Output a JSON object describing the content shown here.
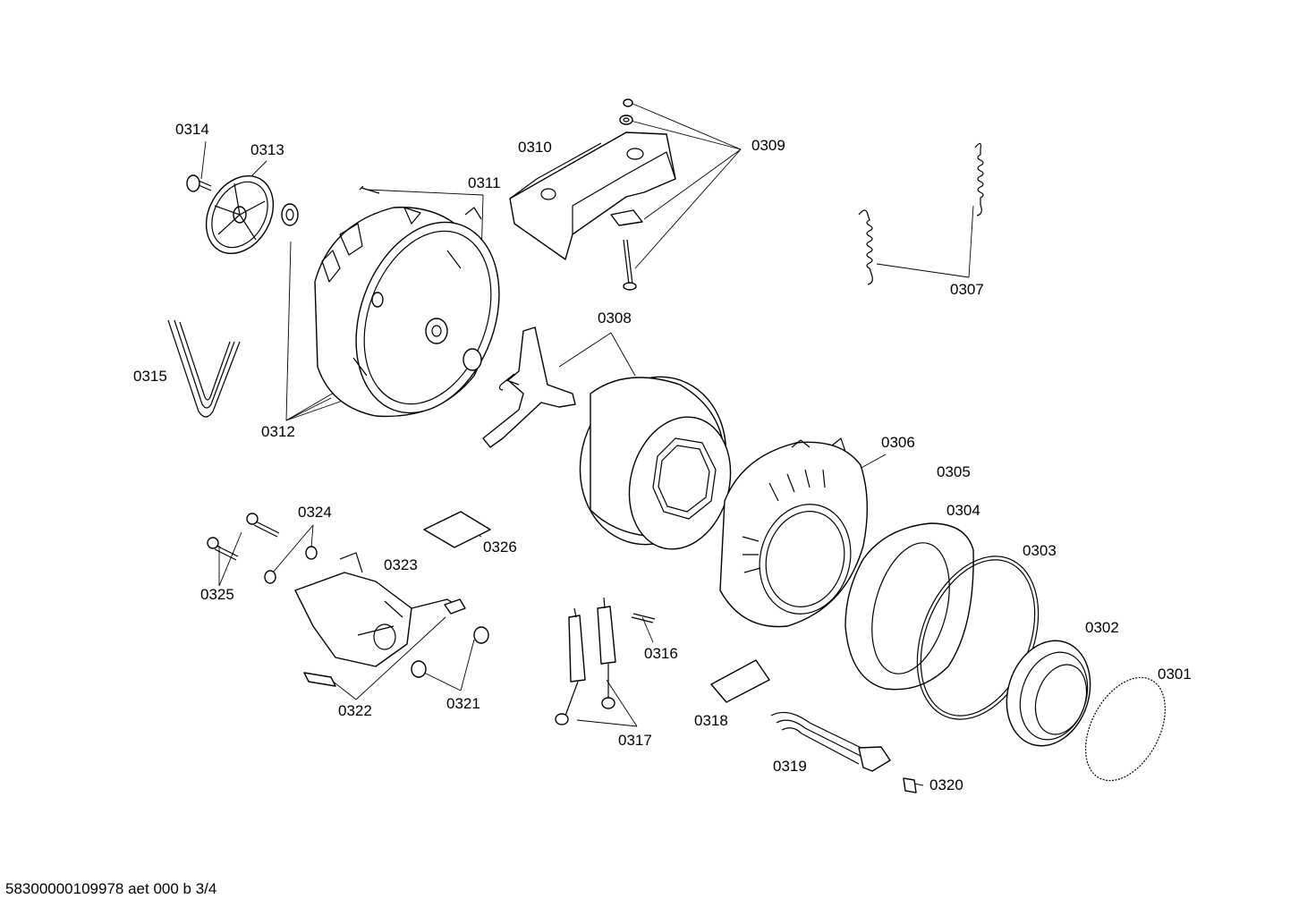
{
  "labels": {
    "p0301": "0301",
    "p0302": "0302",
    "p0303": "0303",
    "p0304": "0304",
    "p0305": "0305",
    "p0306": "0306",
    "p0307": "0307",
    "p0308": "0308",
    "p0309": "0309",
    "p0310": "0310",
    "p0311": "0311",
    "p0312": "0312",
    "p0313": "0313",
    "p0314": "0314",
    "p0315": "0315",
    "p0316": "0316",
    "p0317": "0317",
    "p0318": "0318",
    "p0319": "0319",
    "p0320": "0320",
    "p0321": "0321",
    "p0322": "0322",
    "p0323": "0323",
    "p0324": "0324",
    "p0325": "0325",
    "p0326": "0326"
  },
  "footer": "58300000109978 aet 000 b 3/4"
}
